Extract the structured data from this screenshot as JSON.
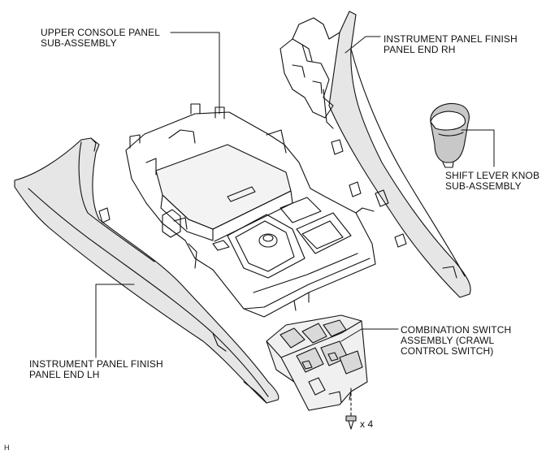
{
  "diagram": {
    "labels": {
      "upper_console": [
        "UPPER CONSOLE PANEL",
        "SUB-ASSEMBLY"
      ],
      "panel_end_rh": [
        "INSTRUMENT PANEL FINISH",
        "PANEL END RH"
      ],
      "shift_knob": [
        "SHIFT LEVER KNOB",
        "SUB-ASSEMBLY"
      ],
      "combination_switch": [
        "COMBINATION SWITCH",
        "ASSEMBLY (CRAWL",
        "CONTROL SWITCH)"
      ],
      "panel_end_lh": [
        "INSTRUMENT PANEL FINISH",
        "PANEL END LH"
      ],
      "screw_qty": "x 4"
    },
    "corner_code": "H",
    "colors": {
      "line": "#111111",
      "knob_shade": "#c8c8c8",
      "panel_shade": "#e6e6e6"
    }
  }
}
